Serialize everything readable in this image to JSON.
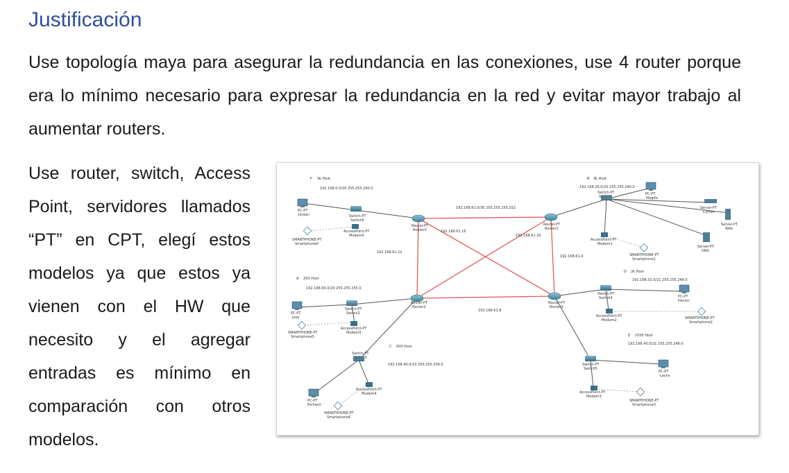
{
  "heading": "Justificación",
  "paragraph1": "Use topología maya para asegurar la redundancia en las conexiones, use 4 router porque era lo mínimo necesario para expresar la redundancia en la red y evitar mayor trabajo al aumentar routers.",
  "paragraph2": "Use router, switch, Access Point, servidores llamados “PT” en CPT, elegí estos modelos ya que estos ya vienen con el HW que necesito y el agregar entradas es mínimo en comparación con otros modelos.",
  "diagram": {
    "areas": {
      "f": {
        "letter": "F",
        "hosts": "3k Host",
        "net": "192.168.0.0/20   255.255.240.0"
      },
      "b": {
        "letter": "B",
        "hosts": "3k Host",
        "net": "192.168.16.0/20   255.255.240.0"
      },
      "a": {
        "letter": "A",
        "hosts": "250 Host",
        "net": "192.168.60.0/24   255.255.255.0"
      },
      "d": {
        "letter": "D",
        "hosts": "2k Host",
        "net": "192.168.32.0/21   255.255.248.0"
      },
      "c": {
        "letter": "C",
        "hosts": "500 Host",
        "net": "192.168.40.0/23   255.255.254.0"
      },
      "e": {
        "letter": "E",
        "hosts": "1500 Host",
        "net": "192.168.40.0/21   255.255.248.0"
      }
    },
    "links": {
      "top": "192.168.61.0/30   255.255.255.252",
      "diag1": "192.168.61.16",
      "diag2": "192.168.61.20",
      "left": "192.168.61.12",
      "right": "192.168.61.4",
      "bottom": "192.168.61.8"
    },
    "routers": {
      "r0": [
        "Router-PT",
        "Router0"
      ],
      "r1": [
        "Router-PT",
        "Router1"
      ],
      "r2": [
        "Router-PT",
        "Router2"
      ],
      "r3": [
        "Router-PT",
        "Router3"
      ]
    },
    "switches": {
      "s0": [
        "Switch-PT",
        "Switch0"
      ],
      "s1": [
        "Switch-PT",
        "Switch1"
      ],
      "s2": [
        "Switch-PT",
        "Switch2"
      ],
      "s3": [
        "Switch-PT",
        "Switch3"
      ],
      "s4": [
        "Switch-PT",
        "Switch4"
      ],
      "s5": [
        "Switch-PT",
        "Switch5"
      ]
    },
    "pcs": {
      "jordan": [
        "PC-PT",
        "Jordan"
      ],
      "magda": [
        "PC-PT",
        "Magda"
      ],
      "jose": [
        "PC-PT",
        "Jose"
      ],
      "hector": [
        "PC-PT",
        "Hector"
      ],
      "richard": [
        "PC-PT",
        "Richard"
      ],
      "laura": [
        "PC-PT",
        "Laura"
      ]
    },
    "servers": {
      "correo": [
        "Server-PT",
        "Correo"
      ],
      "web": [
        "Server-PT",
        "Web"
      ],
      "dns": [
        "Server-PT",
        "DNS"
      ]
    },
    "aps": {
      "m0": [
        "AccessPoint-PT",
        "Modem0"
      ],
      "m1": [
        "AccessPoint-PT",
        "Modem1"
      ],
      "m2": [
        "AccessPoint-PT",
        "Modem2"
      ],
      "m3": [
        "AccessPoint-PT",
        "Modem3"
      ],
      "m4": [
        "AccessPoint-PT",
        "Modem4"
      ],
      "m5": [
        "AccessPoint-PT",
        "Modem5"
      ]
    },
    "phones": {
      "p0": [
        "SMARTPHONE-PT",
        "Smartphone0"
      ],
      "p1": [
        "SMARTPHONE-PT",
        "Smartphone1"
      ],
      "p2": [
        "SMARTPHONE-PT",
        "Smartphone2"
      ],
      "p3": [
        "SMARTPHONE-PT",
        "Smartphone3"
      ],
      "p4": [
        "SMARTPHONE-PT",
        "Smartphone4"
      ],
      "p5": [
        "SMARTPHONE-PT",
        "Smartphone5"
      ]
    },
    "colors": {
      "mesh": "#e05a5a",
      "lan": "#4a4a4a",
      "wireless": "#9a9a9a",
      "router": "#4a90a4",
      "heading": "#2f4f9a"
    }
  }
}
